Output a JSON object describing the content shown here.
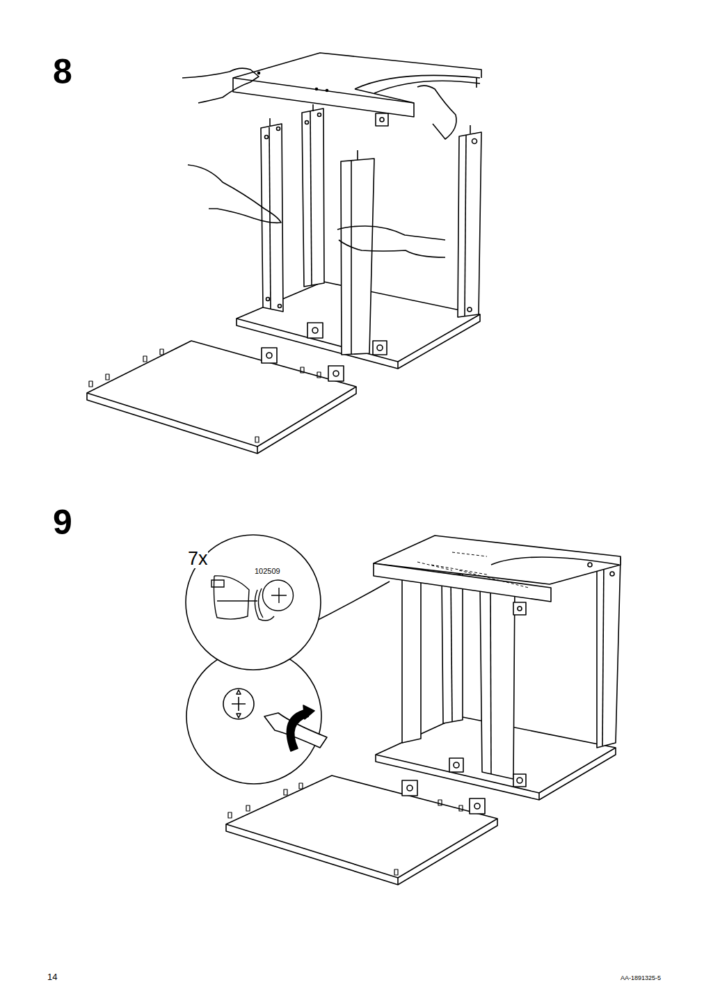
{
  "diagram": {
    "nodes": [
      {
        "text": [
          "7x",
          "102509"
        ]
      }
    ],
    "labels": [
      "8",
      "9",
      "14",
      "AA-1891325-5"
    ]
  }
}
